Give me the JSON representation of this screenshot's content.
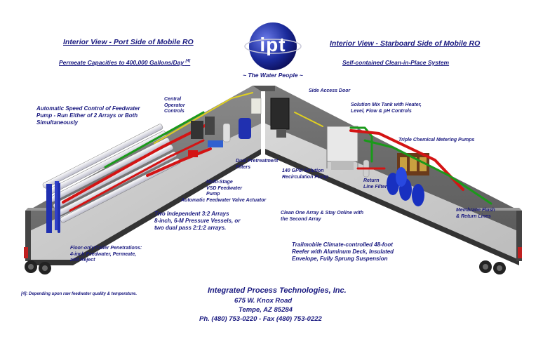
{
  "headings": {
    "port": "Interior View - Port Side of Mobile RO",
    "starboard": "Interior View - Starboard Side of Mobile RO",
    "port_sub": "Permeate Capacities to 400,000 Gallons/Day",
    "port_sub_ref": "[4]",
    "starboard_sub": "Self-contained Clean-in-Place System"
  },
  "logo": {
    "text": "ipt",
    "tagline": "~ The Water People ~"
  },
  "callouts": {
    "auto_speed": "Automatic Speed Control of Feedwater\nPump - Run Either of 2 Arrays or Both\nSimultaneously",
    "central": "Central\nOperator\nControls",
    "side_door": "Side Access Door",
    "solution_tank": "Solution Mix Tank with Heater,\nLevel, Flow & pH Controls",
    "triple_pumps": "Triple Chemical Metering Pumps",
    "dual_filters": "Dual Pretreatment\nFilters",
    "recirc": "140 GPM Solution\nRecirculation Pump",
    "return_filter": "Return\nLine Filter",
    "multistage": "Multi-Stage\nVSD Feedwater\nPump",
    "valve_actuator": "Automatic Feedwater Valve Actuator",
    "arrays": "Two Independent 3:2 Arrays\n8-inch, 6-M Pressure Vessels, or\ntwo dual pass 2:1:2 arrays.",
    "clean_one": "Clean One Array & Stay Online with\nthe Second Array",
    "membrane_flush": "Membrane Flush\n& Return Lines",
    "floor_pen": "Floor-onlyTrailer Penetrations:\n4-inch Feedwater, Permeate,\nand Reject",
    "trailmobile": "Trailmobile Climate-controlled 48-foot\nReefer with Aluminum Deck, Insulated\nEnvelope, Fully Sprung Suspension"
  },
  "footnote": "[4]: Depending upon raw feedwater quality & temperature.",
  "company": {
    "name": "Integrated Process Technologies, Inc.",
    "street": "675 W. Knox Road",
    "city": "Tempe, AZ 85284",
    "phone": "Ph. (480) 753-0220 - Fax (480) 753-0222"
  },
  "colors": {
    "text": "#1a1a80",
    "pipe_red": "#d41414",
    "pipe_green": "#1a9a1a",
    "pipe_yellow": "#e0d020",
    "pipe_blue": "#2030b0",
    "tank_blue": "#1830c0"
  }
}
